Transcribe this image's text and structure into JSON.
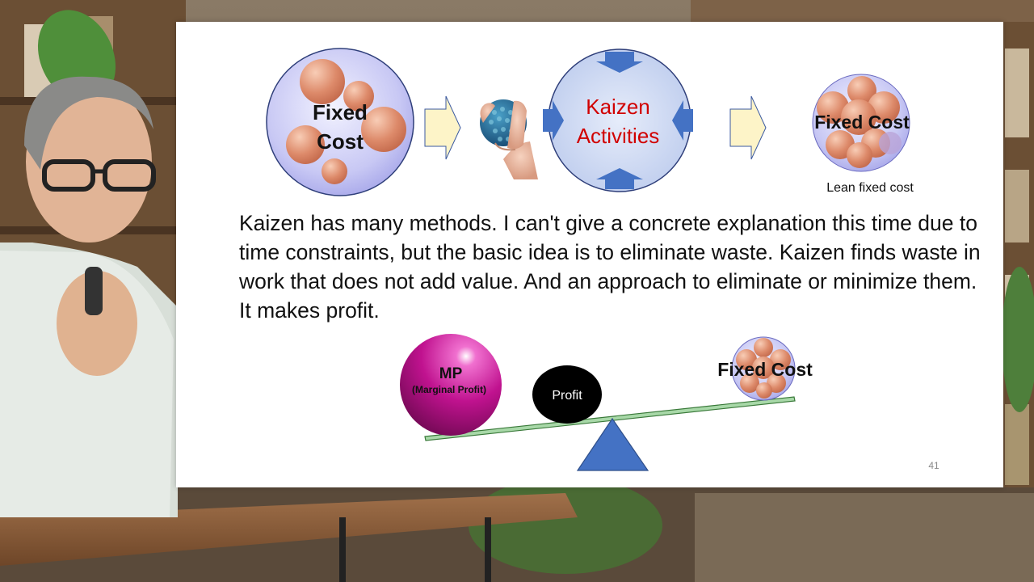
{
  "slide": {
    "top_row": {
      "fixed_cost_label_line1": "Fixed",
      "fixed_cost_label_line2": "Cost",
      "kaizen_label_line1": "Kaizen",
      "kaizen_label_line2": "Activities",
      "lean_label": "Fixed Cost",
      "lean_caption": "Lean fixed cost"
    },
    "body_text": "Kaizen has many methods. I can't give a concrete explanation this time due to time constraints, but the basic idea is to eliminate waste. Kaizen finds waste in work that does not add value. And an approach to eliminate or minimize them.  It makes profit.",
    "balance": {
      "mp_label": "MP",
      "mp_sublabel": "(Marginal Profit)",
      "profit_label": "Profit",
      "fixed_cost_label": "Fixed Cost"
    },
    "page_number": "41"
  },
  "colors": {
    "kaizen_text": "#d10000",
    "arrow_fill": "#fdf4c8",
    "blue_arrow": "#4472c4",
    "mp_ball": "#c0128f",
    "beam": "#a8d8a8",
    "fulcrum": "#4472c4"
  }
}
